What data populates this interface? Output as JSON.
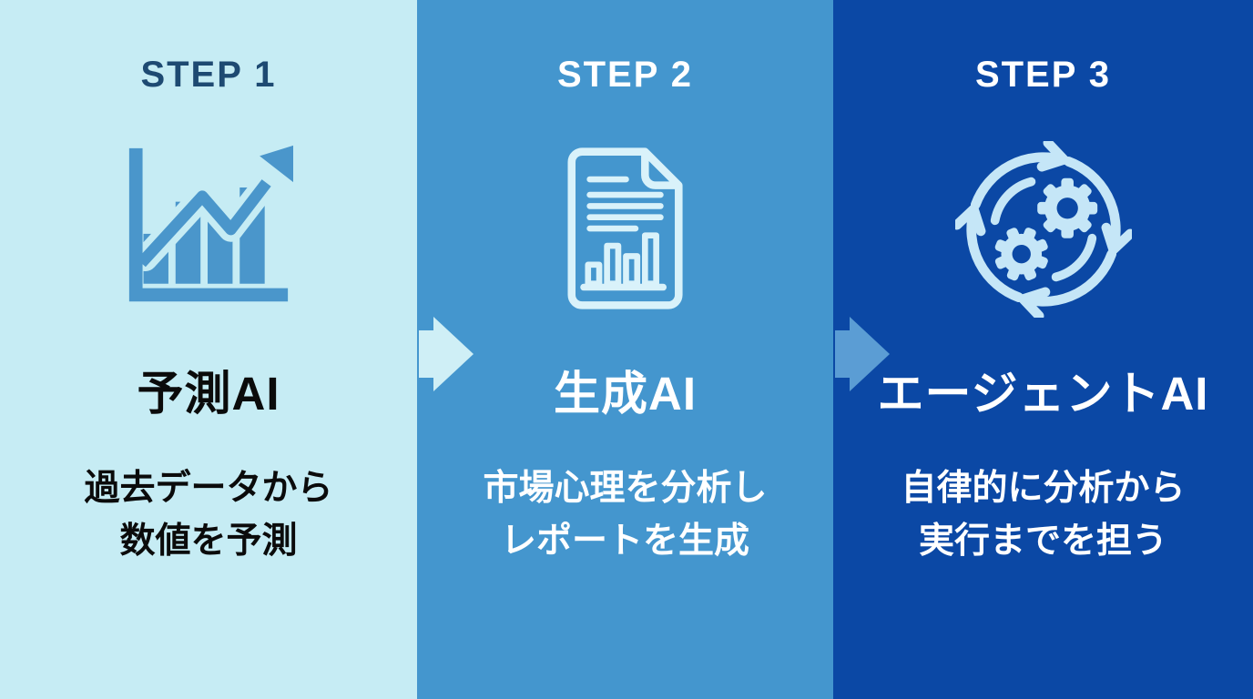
{
  "infographic": {
    "panels": [
      {
        "step": "STEP 1",
        "title": "予測AI",
        "desc_line1": "過去データから",
        "desc_line2": "数値を予測",
        "icon": "growth-bar-chart-icon",
        "bg": "#c6ecf4",
        "step_color": "#1e4a72",
        "text_color": "#0b0b0b",
        "icon_color": "#4a96cb"
      },
      {
        "step": "STEP 2",
        "title": "生成AI",
        "desc_line1": "市場心理を分析し",
        "desc_line2": "レポートを生成",
        "icon": "report-document-icon",
        "bg": "#4496ce",
        "step_color": "#ffffff",
        "text_color": "#ffffff",
        "icon_color": "#d9f2fa"
      },
      {
        "step": "STEP 3",
        "title": "エージェントAI",
        "desc_line1": "自律的に分析から",
        "desc_line2": "実行までを担う",
        "icon": "gears-cycle-icon",
        "bg": "#0b48a5",
        "step_color": "#ffffff",
        "text_color": "#ffffff",
        "icon_color": "#c5e6f7"
      }
    ],
    "arrows": [
      {
        "name": "arrow-step1-to-step2",
        "color": "#cfeff6"
      },
      {
        "name": "arrow-step2-to-step3",
        "color": "#5b9dd4"
      }
    ]
  }
}
